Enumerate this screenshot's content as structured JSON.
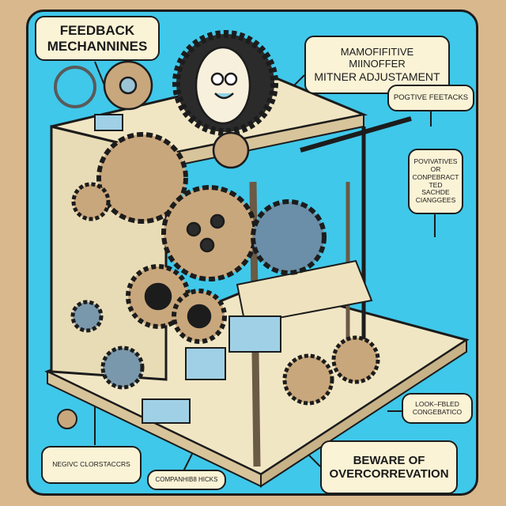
{
  "callouts": {
    "feedback": [
      "FEEDBACK",
      "MECHANNINES"
    ],
    "minor": [
      "MAMOFIFITIVE",
      "MIINOFFER",
      "MITNER  ADJUSTAMENT"
    ],
    "positive": "POGTIVE FEETACKS",
    "povivatives": [
      "POVIVATIVES",
      "OR",
      "CONPEBRACT",
      "TED",
      "SACHDE",
      "CIANGGEES"
    ],
    "look": [
      "LOOK–FBLED",
      "CONGEBATICO"
    ],
    "negative": "NEGIVC CLORSTACCRS",
    "companhib": "COMPANHIB8 HICKS",
    "beware": [
      "BEWARE OF",
      "OVERCORREVATION"
    ]
  },
  "colors": {
    "background": "#d9b88e",
    "panel": "#3fc8ea",
    "callout": "#fbf3d6",
    "frame": "#f1e6c4",
    "gear": "#c9a77c"
  }
}
